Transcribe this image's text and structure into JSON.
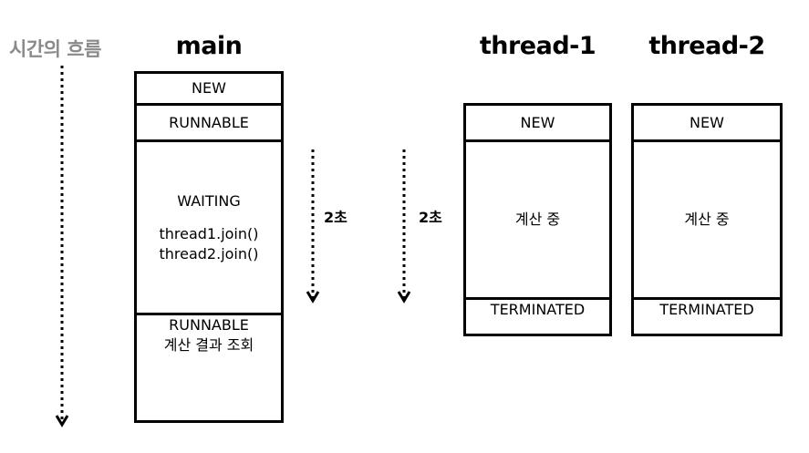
{
  "timeline": {
    "label": "시간의 흐름"
  },
  "main": {
    "title": "main",
    "states": {
      "new": "NEW",
      "runnable": "RUNNABLE",
      "waiting": "WAITING",
      "join1": "thread1.join()",
      "join2": "thread2.join()",
      "runnable2": "RUNNABLE",
      "result": "계산 결과 조회"
    }
  },
  "durations": [
    {
      "label": "2초"
    },
    {
      "label": "2초"
    }
  ],
  "thread1": {
    "title": "thread-1",
    "states": {
      "new": "NEW",
      "calc": "계산 중",
      "terminated": "TERMINATED"
    }
  },
  "thread2": {
    "title": "thread-2",
    "states": {
      "new": "NEW",
      "calc": "계산 중",
      "terminated": "TERMINATED"
    }
  }
}
